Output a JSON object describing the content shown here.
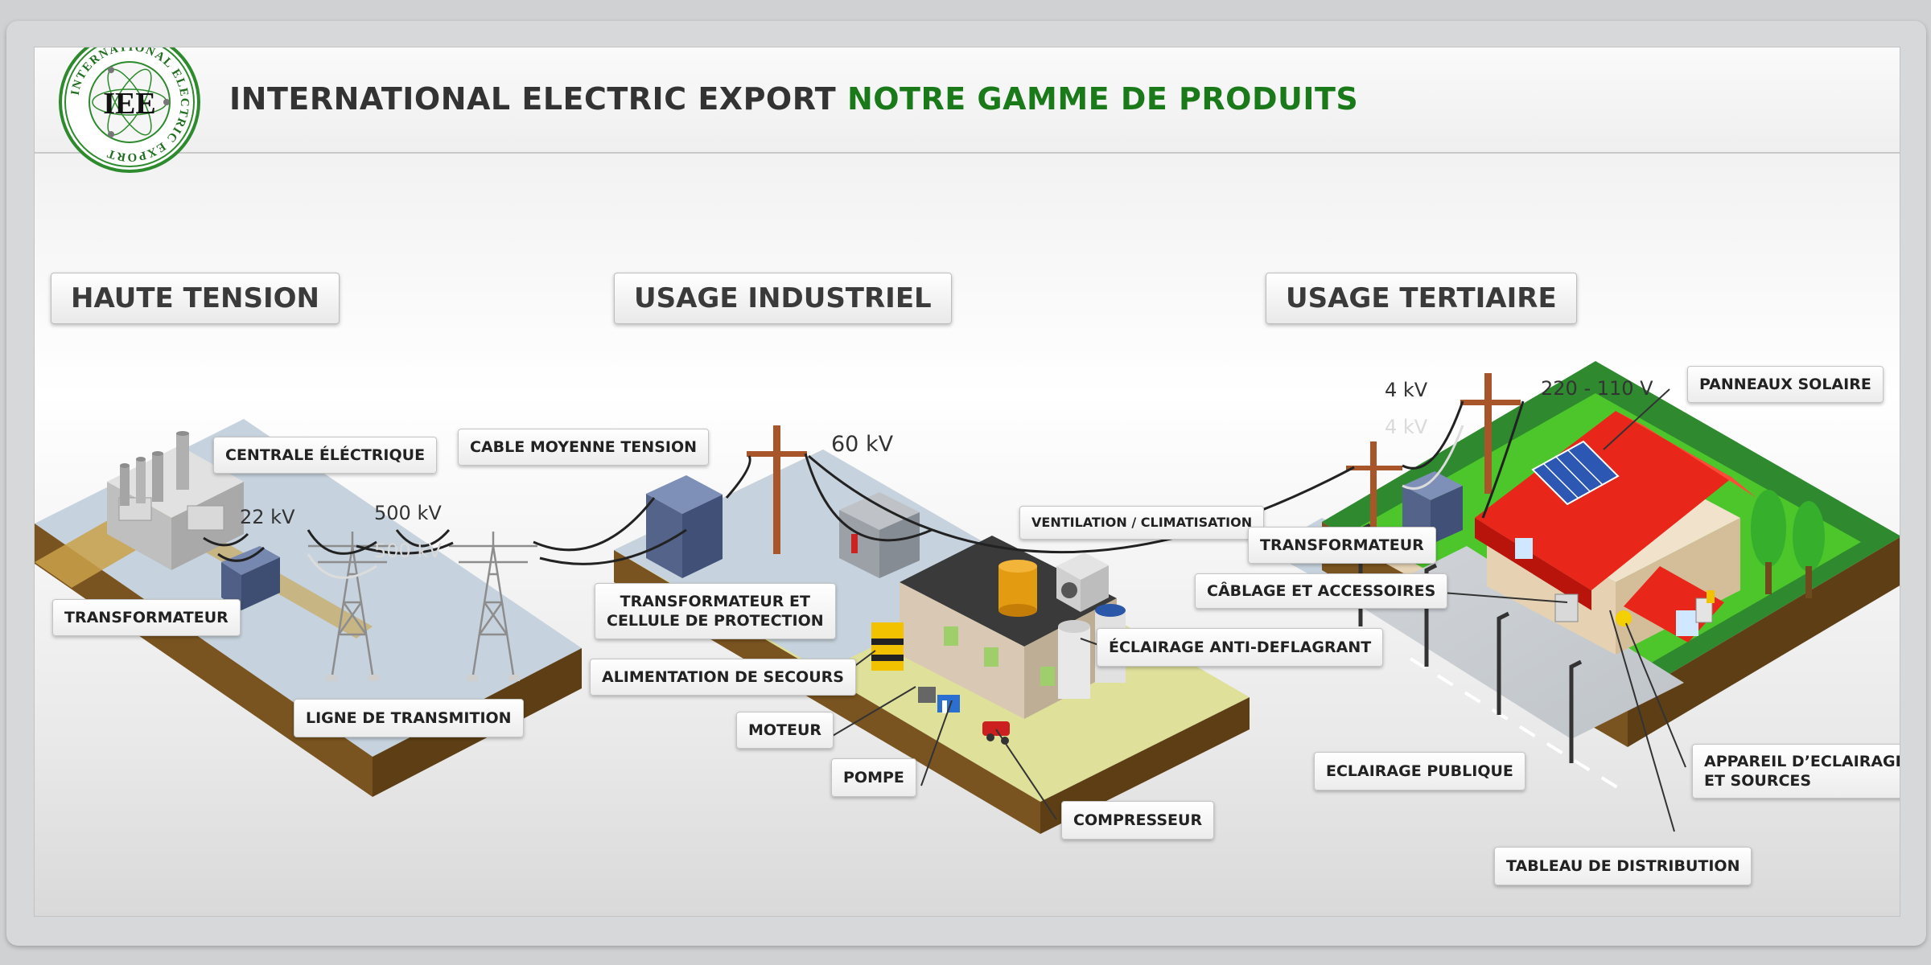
{
  "header": {
    "company": "INTERNATIONAL ELECTRIC EXPORT",
    "tagline": "NOTRE GAMME DE PRODUITS",
    "logo_text": "IEE",
    "logo_ring_text": "INTERNATIONAL ELECTRIC EXPORT"
  },
  "sections": {
    "haute_tension": "HAUTE TENSION",
    "usage_industriel": "USAGE INDUSTRIEL",
    "usage_tertiaire": "USAGE TERTIAIRE"
  },
  "labels": {
    "centrale": "CENTRALE ÉLÉCTRIQUE",
    "transformateur_ht": "TRANSFORMATEUR",
    "ligne": "LIGNE DE TRANSMITION",
    "cable_mt": "CABLE MOYENNE TENSION",
    "transfo_cellule_1": "TRANSFORMATEUR ET",
    "transfo_cellule_2": "CELLULE DE PROTECTION",
    "alimentation": "ALIMENTATION DE SECOURS",
    "moteur": "MOTEUR",
    "pompe": "POMPE",
    "compresseur": "COMPRESSEUR",
    "ventilation": "VENTILATION / CLIMATISATION",
    "eclairage_af": "ÉCLAIRAGE ANTI-DEFLAGRANT",
    "transformateur_t": "TRANSFORMATEUR",
    "cablage": "CÂBLAGE ET ACCESSOIRES",
    "panneaux": "PANNEAUX SOLAIRE",
    "eclairage_pub": "ECLAIRAGE PUBLIQUE",
    "appareil_1": "APPAREIL  D’ECLAIRAGE",
    "appareil_2": "ET SOURCES",
    "tableau": "TABLEAU DE DISTRIBUTION"
  },
  "voltages": {
    "v22": "22 kV",
    "v500": "500 kV",
    "v500_reflection": "500 kV",
    "v60": "60 kV",
    "v4": "4 kV",
    "v4_reflection": "4 kV",
    "v220": "220 - 110 V"
  },
  "colors": {
    "brand_green": "#1a7a1a",
    "roof_red": "#e8261a",
    "grass_green": "#4cc62b",
    "soil_brown": "#6f4a1d",
    "pole_brown": "#a8552a",
    "ground_blue": "#c7d3de",
    "ground_yellow": "#dfe09a"
  }
}
